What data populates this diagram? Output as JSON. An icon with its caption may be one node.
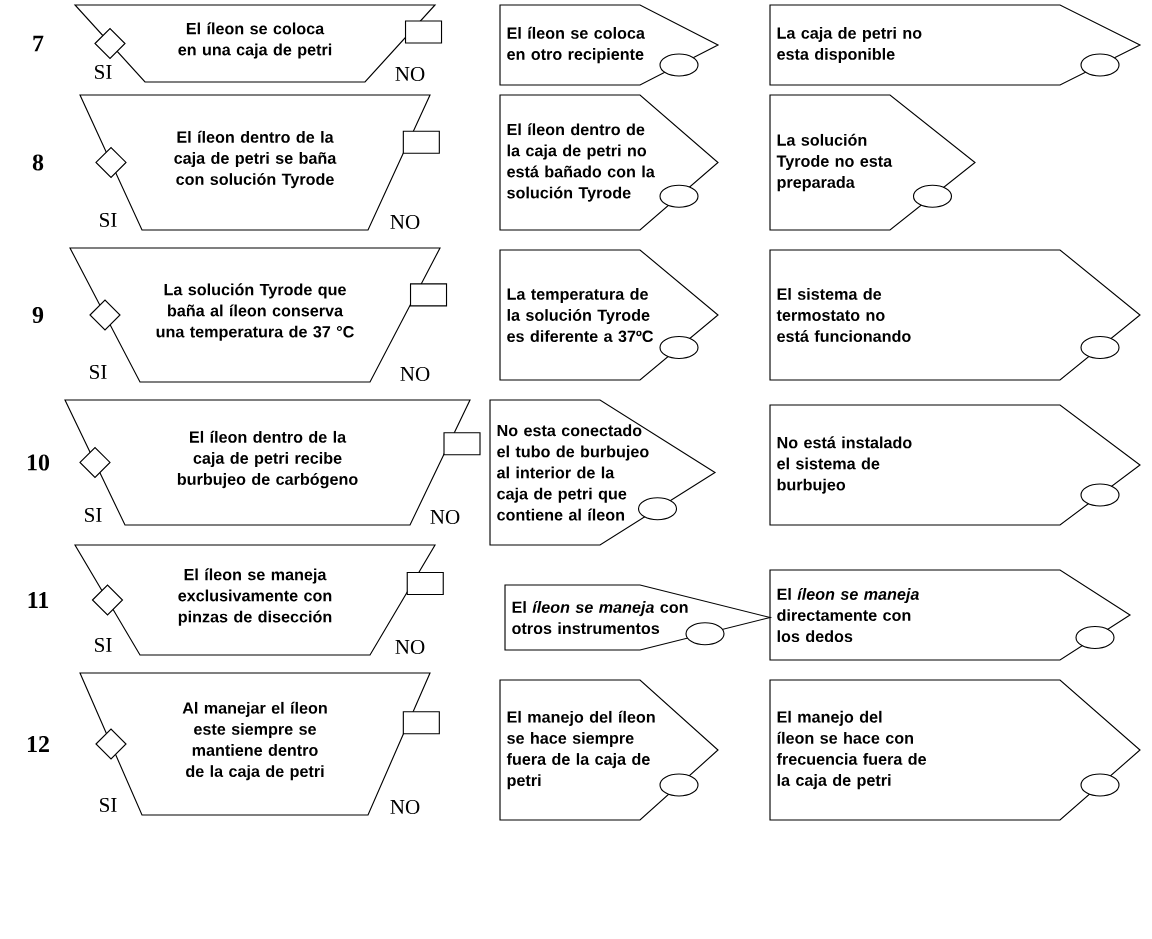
{
  "diagram": {
    "nodes": [
      {
        "text": [
          "El íleon se coloca en una caja de petri"
        ]
      },
      {
        "text": [
          "El íleon se coloca en otro recipiente"
        ]
      },
      {
        "text": [
          "La caja de petri no esta disponible"
        ]
      },
      {
        "text": [
          "El íleon dentro de la caja de petri se baña con solución Tyrode"
        ]
      },
      {
        "text": [
          "El íleon dentro de la caja de petri no está bañado con la solución Tyrode"
        ]
      },
      {
        "text": [
          "La solución Tyrode no esta preparada"
        ]
      },
      {
        "text": [
          "La solución Tyrode que baña al íleon conserva una temperatura de 37 °C"
        ]
      },
      {
        "text": [
          "La temperatura de la solución Tyrode es diferente a 37ºC"
        ]
      },
      {
        "text": [
          "El sistema de termostato no está funcionando"
        ]
      },
      {
        "text": [
          "El íleon dentro de la caja de petri recibe burbujeo de carbógeno"
        ]
      },
      {
        "text": [
          "No esta conectado el tubo de burbujeo al interior de la caja de petri que contiene al íleon"
        ]
      },
      {
        "text": [
          "No está instalado el sistema de burbujeo"
        ]
      },
      {
        "text": [
          "El íleon se maneja exclusivamente con pinzas de disección"
        ]
      },
      {
        "text": [
          "El *íleon se maneja* con otros instrumentos"
        ]
      },
      {
        "text": [
          "El *íleon se maneja* directamente con los dedos"
        ]
      },
      {
        "text": [
          "Al manejar el íleon este siempre se mantiene dentro de la caja de petri"
        ]
      },
      {
        "text": [
          "El manejo del íleon se hace siempre fuera de la caja de petri"
        ]
      },
      {
        "text": [
          "El manejo del íleon se hace con frecuencia fuera de la caja de petri"
        ]
      }
    ],
    "labels": [
      "7",
      "SI",
      "NO",
      "8",
      "SI",
      "NO",
      "9",
      "SI",
      "NO",
      "10",
      "SI",
      "NO",
      "11",
      "SI",
      "NO",
      "12",
      "SI",
      "NO"
    ]
  }
}
